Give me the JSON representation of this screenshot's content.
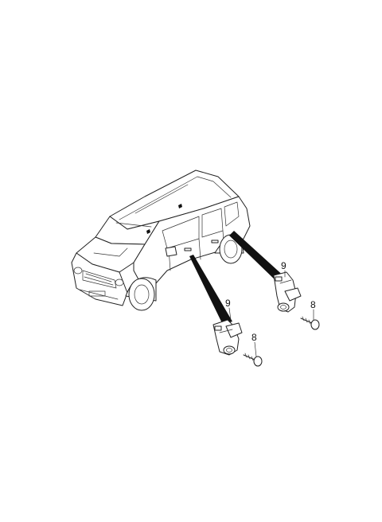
{
  "callouts": {
    "sensor_upper": "9",
    "bolt_upper": "8",
    "sensor_lower": "9",
    "bolt_lower": "8"
  },
  "icons": [
    "vehicle-illustration",
    "door-sensor-part",
    "bolt-part"
  ]
}
